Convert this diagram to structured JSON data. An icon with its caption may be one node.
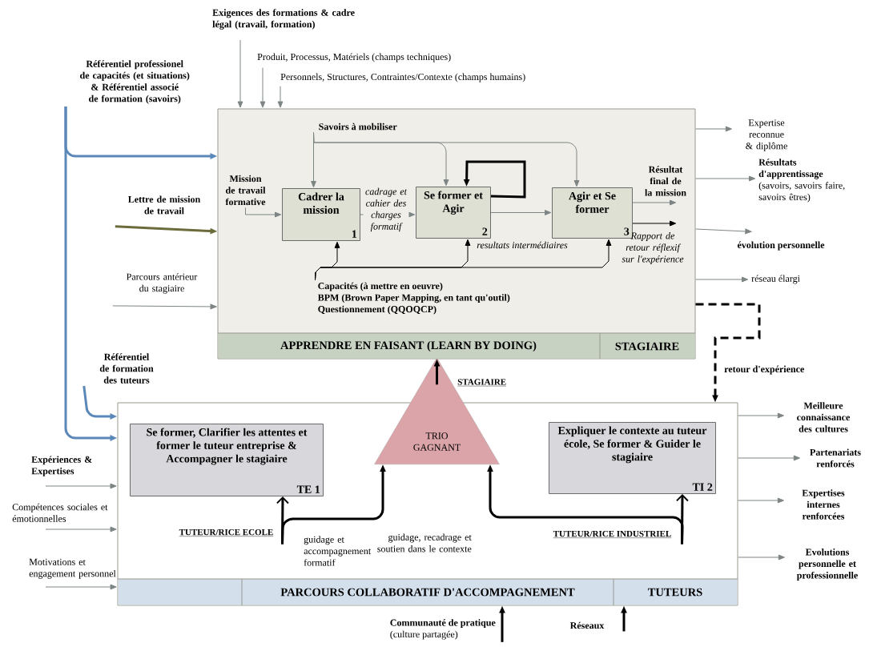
{
  "diagram": {
    "nodes": [
      {
        "text": [
          "APPRENDRE EN FAISANT (LEARN BY DOING)",
          "STAGIAIRE"
        ]
      },
      {
        "text": [
          "Savoirs à mobiliser"
        ],
        "in": 0
      },
      {
        "text": [
          "Mission de travail formative"
        ],
        "in": 0
      },
      {
        "text": [
          "Cadrer la mission",
          "1"
        ],
        "in": 0
      },
      {
        "text": [
          "Se former et Agir",
          "2"
        ],
        "in": 0
      },
      {
        "text": [
          "Agir et Se former",
          "3"
        ],
        "in": 0
      },
      {
        "text": [
          "Capacités (à mettre en oeuvre)",
          "BPM (Brown Paper Mapping, en tant qu'outil)",
          "Questionnement (QQOQCP)"
        ],
        "in": 0
      },
      {
        "text": [
          "Exigences des formations & cadre légal (travail, formation)"
        ]
      },
      {
        "text": [
          "Produit, Processus, Matériels (champs techniques)"
        ]
      },
      {
        "text": [
          "Personnels, Structures, Contraintes/Contexte (champs humains)"
        ]
      },
      {
        "text": [
          "Référentiel professionel de capacités (et situations) & Référentiel associé de formation (savoirs)"
        ]
      },
      {
        "text": [
          "Lettre de mission de travail"
        ]
      },
      {
        "text": [
          "Parcours antérieur du stagiaire"
        ]
      },
      {
        "text": [
          "Expertise reconnue & diplôme"
        ]
      },
      {
        "text": [
          "Résultats d'apprentissage",
          "(savoirs, savoirs faire, savoirs êtres)"
        ]
      },
      {
        "text": [
          "évolution personnelle"
        ]
      },
      {
        "text": [
          "réseau élargi"
        ]
      },
      {
        "text": [
          "PARCOURS COLLABORATIF D'ACCOMPAGNEMENT",
          "TUTEURS"
        ]
      },
      {
        "text": [
          "TRIO GAGNANT"
        ]
      },
      {
        "text": [
          "Se former, Clarifier les attentes et former le tuteur entreprise & Accompagner le stagiaire",
          "TE 1"
        ],
        "in": 17
      },
      {
        "text": [
          "Expliquer le contexte au tuteur école, Se former & Guider le stagiaire",
          "TI 2"
        ],
        "in": 17
      },
      {
        "text": [
          "TUTEUR/RICE ECOLE"
        ],
        "in": 17
      },
      {
        "text": [
          "TUTEUR/RICE INDUSTRIEL"
        ],
        "in": 17
      },
      {
        "text": [
          "Référentiel de formation des tuteurs"
        ]
      },
      {
        "text": [
          "Expériences & Expertises"
        ]
      },
      {
        "text": [
          "Compétences sociales et émotionnelles"
        ]
      },
      {
        "text": [
          "Motivations et engagement personnel"
        ]
      },
      {
        "text": [
          "Meilleure connaissance des cultures"
        ]
      },
      {
        "text": [
          "Partenariats renforcés"
        ]
      },
      {
        "text": [
          "Expertises internes renforcées"
        ]
      },
      {
        "text": [
          "Evolutions personnelle et professionnelle"
        ]
      },
      {
        "text": [
          "Communauté de pratique",
          "(culture partagée)"
        ]
      },
      {
        "text": [
          "Réseaux"
        ]
      }
    ],
    "edges": [
      {
        "from": 7,
        "to": 0,
        "arrow": "to"
      },
      {
        "from": 8,
        "to": 0,
        "arrow": "to"
      },
      {
        "from": 9,
        "to": 0,
        "arrow": "to"
      },
      {
        "from": 10,
        "to": 0,
        "arrow": "to",
        "style": "thick",
        "color": "#5b87b9"
      },
      {
        "from": 10,
        "to": 17,
        "arrow": "to",
        "style": "thick",
        "color": "#5b87b9"
      },
      {
        "from": 11,
        "to": 0,
        "arrow": "to",
        "style": "thick",
        "color": "#6b6b3c"
      },
      {
        "from": 12,
        "to": 0,
        "arrow": "to"
      },
      {
        "from": 0,
        "to": 13,
        "arrow": "to"
      },
      {
        "from": 0,
        "to": 14,
        "arrow": "to"
      },
      {
        "from": 0,
        "to": 15,
        "arrow": "to"
      },
      {
        "from": 0,
        "to": 16,
        "arrow": "to"
      },
      {
        "from": 1,
        "to": 3,
        "arrow": "to"
      },
      {
        "from": 1,
        "to": 4,
        "arrow": "to"
      },
      {
        "from": 1,
        "to": 5,
        "arrow": "to"
      },
      {
        "from": 2,
        "to": 3,
        "arrow": "to"
      },
      {
        "from": 3,
        "to": 4,
        "arrow": "to",
        "label": "cadrage et cahier des charges formatif"
      },
      {
        "from": 4,
        "to": 5,
        "arrow": "to",
        "label": "resultats intermédiaires"
      },
      {
        "from": 4,
        "to": 4,
        "arrow": "to",
        "style": "thick",
        "color": "#000000"
      },
      {
        "from": 5,
        "to": null,
        "arrow": "to",
        "label": "Résultat final de la mission"
      },
      {
        "from": 5,
        "to": null,
        "arrow": "to",
        "label": "Rapport de retour réflexif sur l'expérience",
        "color": "#000000"
      },
      {
        "from": 6,
        "to": 3,
        "arrow": "to",
        "color": "#000000"
      },
      {
        "from": 6,
        "to": 4,
        "arrow": "to",
        "color": "#000000"
      },
      {
        "from": 6,
        "to": 5,
        "arrow": "to",
        "color": "#000000"
      },
      {
        "from": 0,
        "to": 17,
        "arrow": "to",
        "label": "retour d'expérience",
        "style": "dashed",
        "color": "#000000"
      },
      {
        "from": 18,
        "to": 0,
        "arrow": "to",
        "label": "STAGIAIRE",
        "style": "thick",
        "color": "#000000"
      },
      {
        "from": 23,
        "to": 17,
        "arrow": "to",
        "style": "thick",
        "color": "#5b87b9"
      },
      {
        "from": 24,
        "to": 17,
        "arrow": "to"
      },
      {
        "from": 25,
        "to": 17,
        "arrow": "to"
      },
      {
        "from": 26,
        "to": 17,
        "arrow": "to"
      },
      {
        "from": 21,
        "to": 19,
        "arrow": "to",
        "style": "thick",
        "color": "#000000"
      },
      {
        "from": 21,
        "to": 18,
        "arrow": "to",
        "label": "guidage et accompagnement formatif",
        "style": "thick",
        "color": "#000000"
      },
      {
        "from": 22,
        "to": 20,
        "arrow": "to",
        "style": "thick",
        "color": "#000000"
      },
      {
        "from": 22,
        "to": 18,
        "arrow": "to",
        "label": "guidage, recadrage et soutien dans le contexte",
        "style": "thick",
        "color": "#000000"
      },
      {
        "from": 17,
        "to": 27,
        "arrow": "to"
      },
      {
        "from": 17,
        "to": 28,
        "arrow": "to"
      },
      {
        "from": 17,
        "to": 29,
        "arrow": "to"
      },
      {
        "from": 17,
        "to": 30,
        "arrow": "to"
      },
      {
        "from": 31,
        "to": 17,
        "arrow": "to",
        "style": "thick",
        "color": "#000000"
      },
      {
        "from": 32,
        "to": 17,
        "arrow": "to",
        "style": "thick",
        "color": "#000000"
      }
    ]
  }
}
